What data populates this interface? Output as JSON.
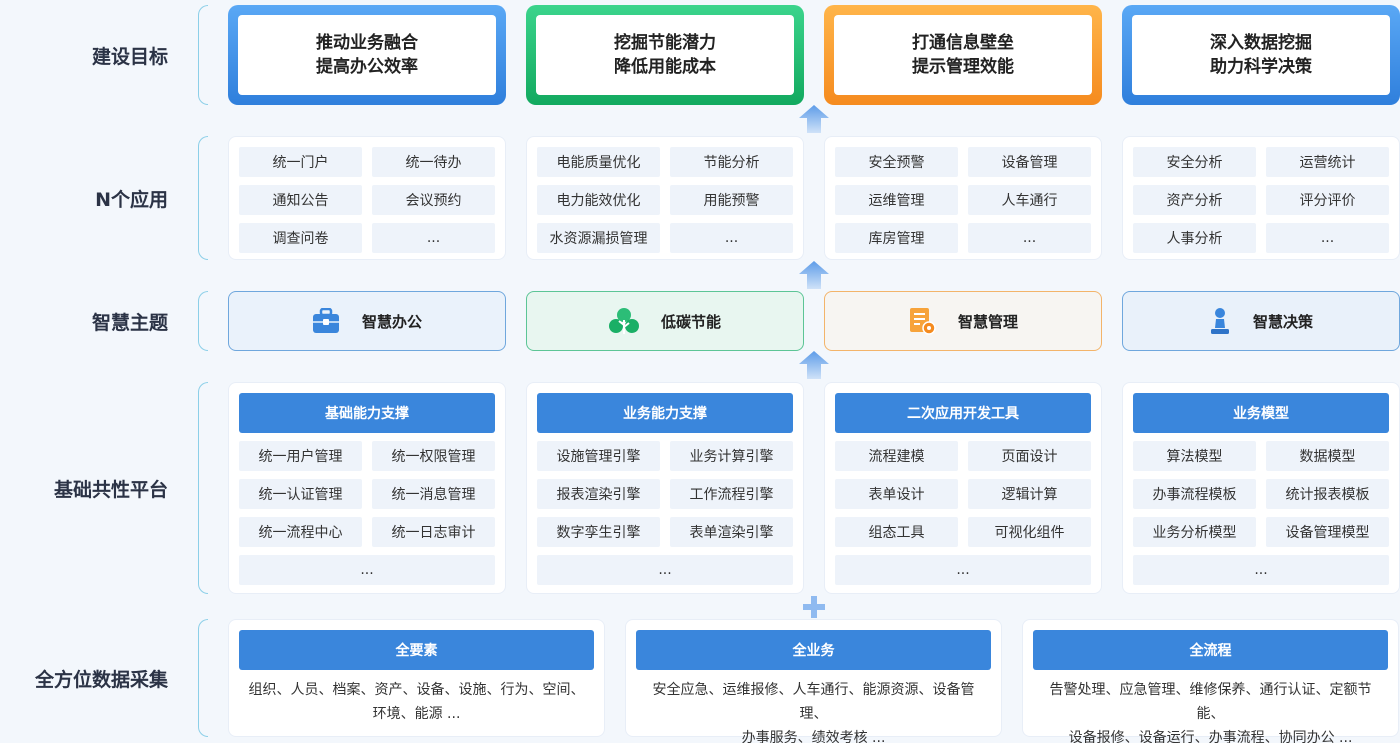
{
  "rows": {
    "goals": "建设目标",
    "apps": "N个应用",
    "themes": "智慧主题",
    "platform": "基础共性平台",
    "data": "全方位数据采集"
  },
  "goals": [
    {
      "line1": "推动业务融合",
      "line2": "提高办公效率",
      "color": "#3a86dc"
    },
    {
      "line1": "挖掘节能潜力",
      "line2": "降低用能成本",
      "color": "#1aaf66"
    },
    {
      "line1": "打通信息壁垒",
      "line2": "提示管理效能",
      "color": "#f7931f"
    },
    {
      "line1": "深入数据挖掘",
      "line2": "助力科学决策",
      "color": "#3a86dc"
    }
  ],
  "apps": [
    [
      "统一门户",
      "统一待办",
      "通知公告",
      "会议预约",
      "调查问卷",
      "..."
    ],
    [
      "电能质量优化",
      "节能分析",
      "电力能效优化",
      "用能预警",
      "水资源漏损管理",
      "..."
    ],
    [
      "安全预警",
      "设备管理",
      "运维管理",
      "人车通行",
      "库房管理",
      "..."
    ],
    [
      "安全分析",
      "运营统计",
      "资产分析",
      "评分评价",
      "人事分析",
      "..."
    ]
  ],
  "themes": [
    {
      "label": "智慧办公",
      "icon": "briefcase-icon"
    },
    {
      "label": "低碳节能",
      "icon": "leaf-icon"
    },
    {
      "label": "智慧管理",
      "icon": "document-gear-icon"
    },
    {
      "label": "智慧决策",
      "icon": "chess-pawn-icon"
    }
  ],
  "platform": [
    {
      "title": "基础能力支撑",
      "items": [
        "统一用户管理",
        "统一权限管理",
        "统一认证管理",
        "统一消息管理",
        "统一流程中心",
        "统一日志审计"
      ],
      "more": "..."
    },
    {
      "title": "业务能力支撑",
      "items": [
        "设施管理引擎",
        "业务计算引擎",
        "报表渲染引擎",
        "工作流程引擎",
        "数字孪生引擎",
        "表单渲染引擎"
      ],
      "more": "..."
    },
    {
      "title": "二次应用开发工具",
      "items": [
        "流程建模",
        "页面设计",
        "表单设计",
        "逻辑计算",
        "组态工具",
        "可视化组件"
      ],
      "more": "..."
    },
    {
      "title": "业务模型",
      "items": [
        "算法模型",
        "数据模型",
        "办事流程模板",
        "统计报表模板",
        "业务分析模型",
        "设备管理模型"
      ],
      "more": "..."
    }
  ],
  "data": [
    {
      "title": "全要素",
      "line1": "组织、人员、档案、资产、设备、设施、行为、空间、",
      "line2": "环境、能源 ..."
    },
    {
      "title": "全业务",
      "line1": "安全应急、运维报修、人车通行、能源资源、设备管理、",
      "line2": "办事服务、绩效考核 ..."
    },
    {
      "title": "全流程",
      "line1": "告警处理、应急管理、维修保养、通行认证、定额节能、",
      "line2": "设备报修、设备运行、办事流程、协同办公 ..."
    }
  ]
}
